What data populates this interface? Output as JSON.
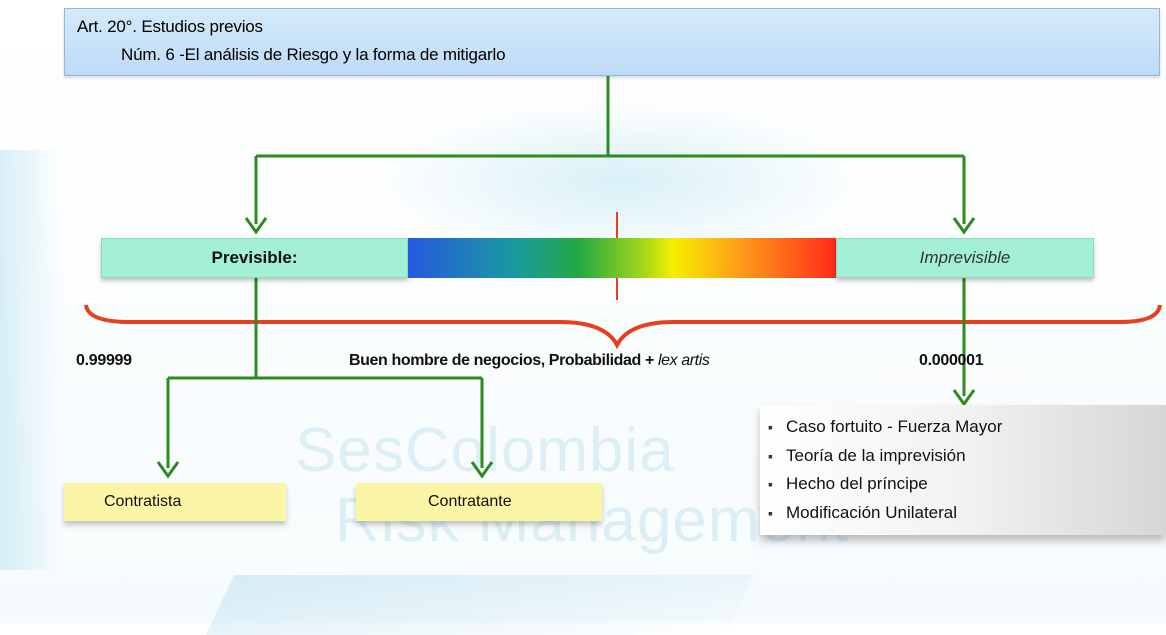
{
  "header": {
    "title": "Art. 20°. Estudios previos",
    "subtitle": "Núm. 6 -El análisis de Riesgo y la forma de mitigarlo"
  },
  "scale": {
    "left_label": "Previsible:",
    "right_label": "Imprevisible",
    "left_probability": "0.99999",
    "right_probability": "0.000001",
    "criteria_text": "Buen hombre de negocios, Probabilidad + ",
    "criteria_emphasis": "lex artis"
  },
  "parties": {
    "contratista": "Contratista",
    "contratante": "Contratante"
  },
  "causes": [
    "Caso fortuito - Fuerza Mayor",
    "Teoría de la imprevisión",
    "Hecho del príncipe",
    "Modificación Unilateral"
  ],
  "watermark": {
    "line1": "SesColombia",
    "line2": "Risk Management"
  },
  "colors": {
    "header_fill": "#c6e1f8",
    "scale_box_fill": "#a3f0d6",
    "party_box_fill": "#fbf5a6",
    "connector": "#2e8b1e",
    "brace": "#e8401c"
  }
}
